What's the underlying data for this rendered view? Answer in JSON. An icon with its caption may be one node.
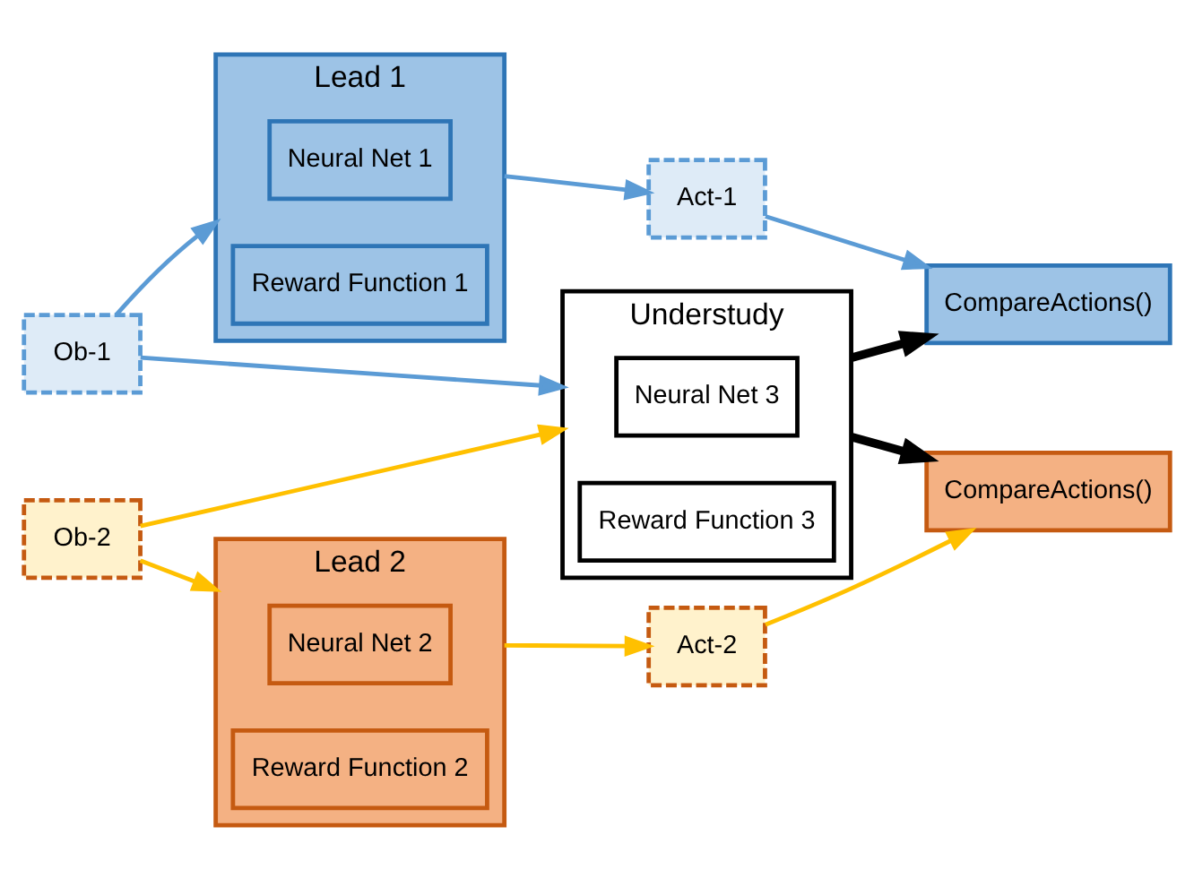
{
  "diagram": {
    "nodes": [
      {
        "text": [
          "Ob-1"
        ]
      },
      {
        "text": [
          "Lead 1"
        ]
      },
      {
        "text": [
          "Neural Net 1"
        ],
        "in": 1
      },
      {
        "text": [
          "Reward Function 1"
        ],
        "in": 1
      },
      {
        "text": [
          "Act-1"
        ]
      },
      {
        "text": [
          "CompareActions()"
        ]
      },
      {
        "text": [
          "Understudy"
        ]
      },
      {
        "text": [
          "Neural Net 3"
        ],
        "in": 6
      },
      {
        "text": [
          "Reward Function 3"
        ],
        "in": 6
      },
      {
        "text": [
          "CompareActions()"
        ]
      },
      {
        "text": [
          "Ob-2"
        ]
      },
      {
        "text": [
          "Lead 2"
        ]
      },
      {
        "text": [
          "Neural Net 2"
        ],
        "in": 11
      },
      {
        "text": [
          "Reward Function 2"
        ],
        "in": 11
      },
      {
        "text": [
          "Act-2"
        ]
      }
    ],
    "edges": [
      {
        "from": 0,
        "to": 1,
        "arrow": "to",
        "color": "#5b9bd5"
      },
      {
        "from": 0,
        "to": 6,
        "arrow": "to",
        "color": "#5b9bd5"
      },
      {
        "from": 1,
        "to": 4,
        "arrow": "to",
        "color": "#5b9bd5"
      },
      {
        "from": 4,
        "to": 5,
        "arrow": "to",
        "color": "#5b9bd5"
      },
      {
        "from": 6,
        "to": 5,
        "arrow": "to",
        "style": "thick",
        "color": "#000000"
      },
      {
        "from": 6,
        "to": 9,
        "arrow": "to",
        "style": "thick",
        "color": "#000000"
      },
      {
        "from": 10,
        "to": 6,
        "arrow": "to",
        "color": "#ffc000"
      },
      {
        "from": 10,
        "to": 11,
        "arrow": "to",
        "color": "#ffc000"
      },
      {
        "from": 11,
        "to": 14,
        "arrow": "to",
        "color": "#ffc000"
      },
      {
        "from": 14,
        "to": 9,
        "arrow": "to",
        "color": "#ffc000"
      }
    ]
  }
}
